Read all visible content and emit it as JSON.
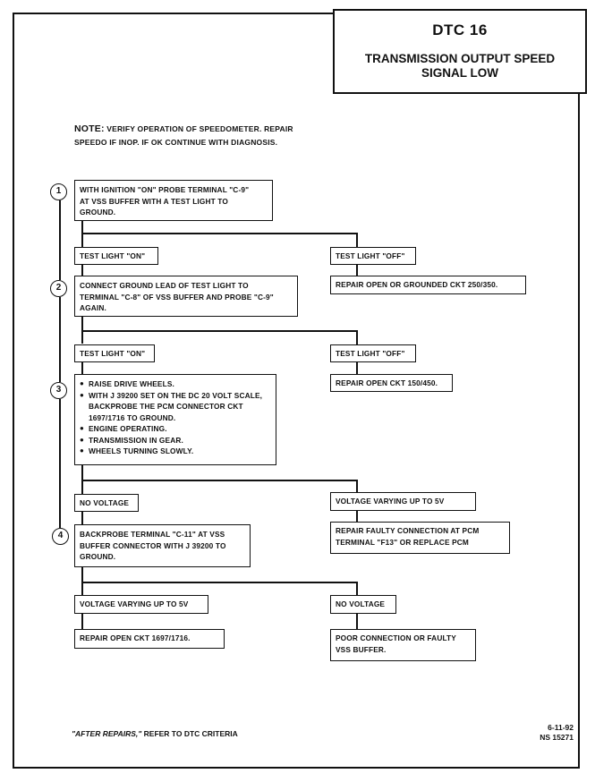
{
  "title": {
    "code": "DTC 16",
    "line1": "TRANSMISSION OUTPUT SPEED",
    "line2": "SIGNAL LOW"
  },
  "note": {
    "label": "NOTE:",
    "text": " VERIFY OPERATION OF SPEEDOMETER. REPAIR SPEEDO IF INOP.  IF OK CONTINUE WITH DIAGNOSIS."
  },
  "steps": {
    "s1": {
      "num": "1",
      "text": "WITH IGNITION \"ON\" PROBE TERMINAL \"C-9\"\nAT VSS BUFFER WITH A TEST LIGHT TO\nGROUND."
    },
    "s2": {
      "num": "2",
      "text": "CONNECT GROUND LEAD OF TEST LIGHT TO\nTERMINAL \"C-8\" OF VSS BUFFER AND PROBE \"C-9\"\nAGAIN."
    },
    "s3": {
      "num": "3",
      "bullets": [
        "RAISE DRIVE WHEELS.",
        "WITH J 39200 SET ON THE DC 20 VOLT SCALE, BACKPROBE THE PCM CONNECTOR CKT 1697/1716 TO GROUND.",
        "ENGINE OPERATING.",
        "TRANSMISSION IN GEAR.",
        "WHEELS TURNING SLOWLY."
      ]
    },
    "s4": {
      "num": "4",
      "text": "BACKPROBE TERMINAL \"C-11\" AT VSS\nBUFFER CONNECTOR WITH J 39200 TO\nGROUND."
    }
  },
  "branches": {
    "b1_left": "TEST LIGHT \"ON\"",
    "b1_right": "TEST LIGHT \"OFF\"",
    "b1_right_result": "REPAIR OPEN OR GROUNDED CKT 250/350.",
    "b2_left": "TEST LIGHT \"ON\"",
    "b2_right": "TEST LIGHT \"OFF\"",
    "b2_right_result": "REPAIR OPEN CKT 150/450.",
    "b3_left": "NO VOLTAGE",
    "b3_right": "VOLTAGE VARYING UP TO 5V",
    "b3_right_result": "REPAIR FAULTY CONNECTION AT PCM\nTERMINAL \"F13\" OR REPLACE PCM",
    "b4_left": "VOLTAGE VARYING UP TO 5V",
    "b4_left_result": "REPAIR OPEN CKT 1697/1716.",
    "b4_right": "NO VOLTAGE",
    "b4_right_result": "POOR CONNECTION OR  FAULTY\nVSS BUFFER."
  },
  "footer": {
    "lead": "\"AFTER REPAIRS,\"",
    "text": " REFER TO DTC CRITERIA"
  },
  "date": {
    "line1": "6-11-92",
    "line2": "NS 15271"
  }
}
